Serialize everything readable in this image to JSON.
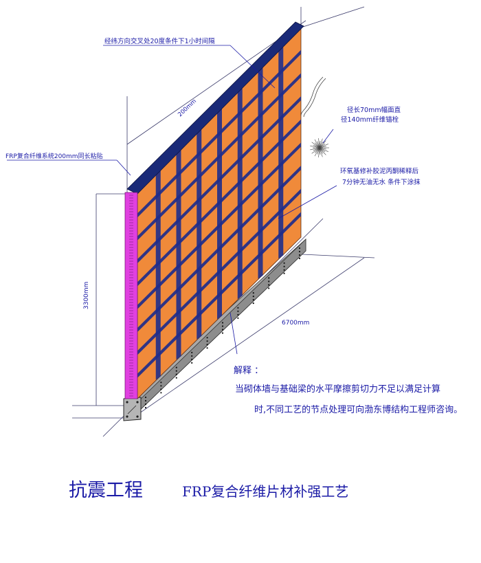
{
  "annotations": {
    "weave_cross": "经纬方向交叉处20度条件下1小时间隔",
    "spacing": "200mm",
    "frp_system": "FRP复合纤维系统200mm同长粘贴",
    "anchor_line1": "径长70mm幅面直",
    "anchor_line2": "径140mm纤维锚栓",
    "epoxy_line1": "环氧基修补胶泥丙酮稀释后",
    "epoxy_line2": "7分钟无油无水 条件下涂抹",
    "height_dim": "3300mm",
    "length_dim": "6700mm"
  },
  "note": {
    "heading": "解释 ：",
    "line1": "当砌体墙与基础梁的水平摩擦剪切力不足以满足计算",
    "line2": "时,不同工艺的节点处理可向渤东博结构工程师咨询。"
  },
  "title": {
    "main": "抗震工程",
    "sub": "FRP复合纤维片材补强工艺"
  },
  "colors": {
    "wall_orange": "#f08a3a",
    "strip_blue": "#1e2d8c",
    "cap_navy": "#1a2a78",
    "end_magenta": "#e040e0",
    "beam_gray": "#9a9a9a",
    "text_blue": "#1a1aa6"
  }
}
